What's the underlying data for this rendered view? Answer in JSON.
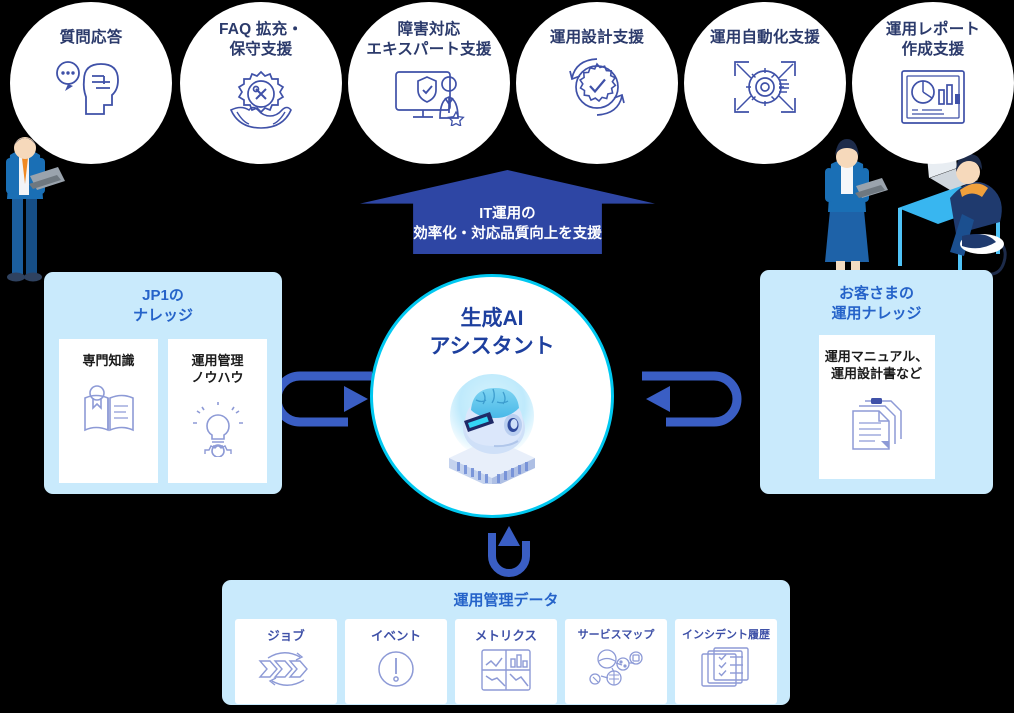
{
  "capabilities": [
    {
      "label": "質問応答",
      "icon": "speech-head-icon"
    },
    {
      "label": "FAQ 拡充・\n保守支援",
      "icon": "gear-tools-hands-icon"
    },
    {
      "label": "障害対応\nエキスパート支援",
      "icon": "monitor-expert-shield-icon"
    },
    {
      "label": "運用設計支援",
      "icon": "gear-check-cycle-icon"
    },
    {
      "label": "運用自動化支援",
      "icon": "gear-automation-icon"
    },
    {
      "label": "運用レポート\n作成支援",
      "icon": "report-chart-icon"
    }
  ],
  "banner": {
    "text": "IT運用の\n効率化・対応品質向上を支援",
    "color": "#2e46a4"
  },
  "left_panel": {
    "title": "JP1の\nナレッジ",
    "cards": [
      {
        "label": "専門知識",
        "icon": "open-book-award-icon"
      },
      {
        "label": "運用管理\nノウハウ",
        "icon": "lightbulb-gear-icon"
      }
    ]
  },
  "center": {
    "title": "生成AI\nアシスタント",
    "icon": "ai-robot-icon",
    "border_color": "#00c8f0"
  },
  "right_panel": {
    "title": "お客さまの\n運用ナレッジ",
    "cards": [
      {
        "label": "運用マニュアル、\n運用設計書など",
        "icon": "documents-stack-icon"
      }
    ]
  },
  "bottom_panel": {
    "title": "運用管理データ",
    "cards": [
      {
        "label": "ジョブ",
        "icon": "job-flow-arrows-icon"
      },
      {
        "label": "イベント",
        "icon": "exclamation-circle-icon"
      },
      {
        "label": "メトリクス",
        "icon": "metrics-charts-icon"
      },
      {
        "label": "サービスマップ",
        "icon": "service-map-nodes-icon"
      },
      {
        "label": "インシデント履歴",
        "icon": "incident-history-icon"
      }
    ]
  },
  "people": [
    {
      "name": "standing-man-with-laptop",
      "position": "left"
    },
    {
      "name": "standing-woman-with-laptop",
      "position": "right"
    },
    {
      "name": "seated-man-at-desk-with-laptop",
      "position": "right"
    }
  ],
  "arrows": [
    {
      "name": "left-inflow-arrow",
      "direction": "right",
      "color": "#3a5ec4"
    },
    {
      "name": "right-inflow-arrow",
      "direction": "left",
      "color": "#3a5ec4"
    },
    {
      "name": "bottom-inflow-arrow",
      "direction": "up",
      "color": "#3a5ec4"
    }
  ],
  "colors": {
    "panel_bg": "#c9eafc",
    "title_blue": "#2563c9",
    "navy": "#2b3a6b",
    "arrow_blue": "#3a5ec4",
    "cyan": "#00c8f0"
  }
}
